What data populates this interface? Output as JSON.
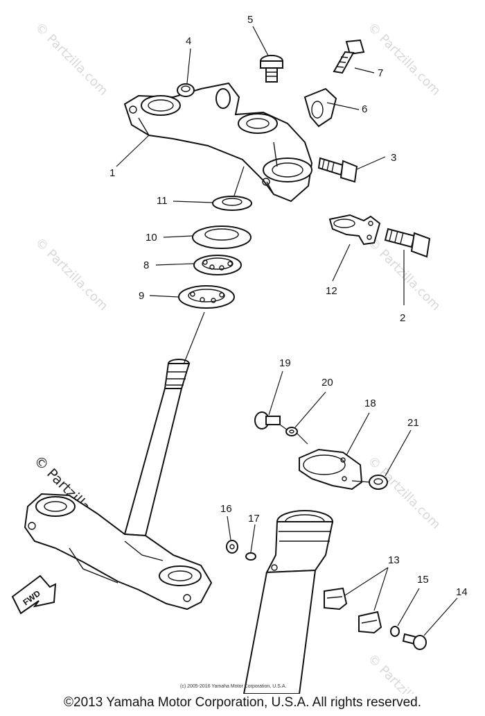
{
  "callouts": [
    {
      "id": "1",
      "label": "1"
    },
    {
      "id": "2",
      "label": "2"
    },
    {
      "id": "3",
      "label": "3"
    },
    {
      "id": "4",
      "label": "4"
    },
    {
      "id": "5",
      "label": "5"
    },
    {
      "id": "6",
      "label": "6"
    },
    {
      "id": "7",
      "label": "7"
    },
    {
      "id": "8",
      "label": "8"
    },
    {
      "id": "9",
      "label": "9"
    },
    {
      "id": "10",
      "label": "10"
    },
    {
      "id": "11",
      "label": "11"
    },
    {
      "id": "12",
      "label": "12"
    },
    {
      "id": "13",
      "label": "13"
    },
    {
      "id": "14",
      "label": "14"
    },
    {
      "id": "15",
      "label": "15"
    },
    {
      "id": "16",
      "label": "16"
    },
    {
      "id": "17",
      "label": "17"
    },
    {
      "id": "18",
      "label": "18"
    },
    {
      "id": "19",
      "label": "19"
    },
    {
      "id": "20",
      "label": "20"
    },
    {
      "id": "21",
      "label": "21"
    }
  ],
  "fwd_label": "FWD",
  "watermark": "© Partzilla.com",
  "inner_copyright": "(c) 2005-2016 Yamaha Motor Corporation, U.S.A.",
  "footer": "©2013 Yamaha Motor Corporation, U.S.A. All rights reserved."
}
